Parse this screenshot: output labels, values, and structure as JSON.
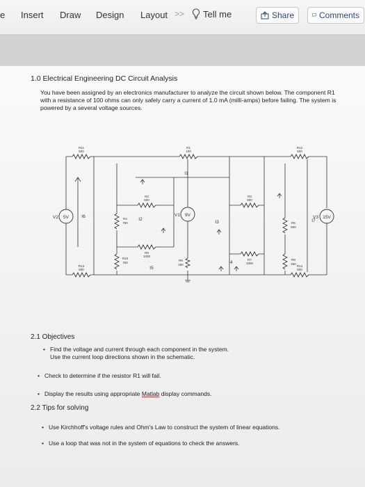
{
  "ribbon": {
    "cut_tab": "e",
    "tabs": [
      "Insert",
      "Draw",
      "Design",
      "Layout"
    ],
    "more_chevron": ">>",
    "tell_me": "Tell me",
    "share": "Share",
    "comments": "Comments"
  },
  "document": {
    "heading": "1.0 Electrical Engineering DC Circuit Analysis",
    "intro": "You have been assigned by an electronics manufacturer to analyze the circuit shown below. The component R1 with a resistance of 100 ohms can only safely carry a current of 1.0 mA (milli-amps) before failing. The system is powered by a several voltage sources.",
    "objectives_heading": "2.1 Objectives",
    "objective_1": "Find the voltage and current through each component in the system.",
    "objective_1b": "Use the current loop directions shown in the schematic.",
    "objective_2": "Check to determine if the resistor R1 will fail.",
    "objective_3a": "Display the results using appropriate",
    "objective_3_word": "Matlab",
    "objective_3b": "display commands.",
    "tips_heading": "2.2 Tips for solving",
    "tip_1": "Use Kirchhoff's voltage rules and Ohm's Law to construct the system of linear equations.",
    "tip_2": "Use a loop that was not in the system of equations to check the answers."
  },
  "circuit": {
    "resistors": {
      "r11": [
        "R11",
        "500"
      ],
      "r1": [
        "R1",
        "100"
      ],
      "r12": [
        "R12",
        "500"
      ],
      "r2": [
        "R2",
        "500"
      ],
      "r3": [
        "R3",
        "500"
      ],
      "r4": [
        "R4",
        "750"
      ],
      "r5": [
        "R5",
        "500"
      ],
      "r6": [
        "R6",
        "250"
      ],
      "r7": [
        "R7",
        "1000"
      ],
      "r8": [
        "R8",
        "250"
      ],
      "r9": [
        "R9",
        "1000"
      ],
      "r10": [
        "R10",
        "750"
      ],
      "r13": [
        "R13",
        "500"
      ],
      "r14": [
        "R14",
        "500"
      ]
    },
    "sources": {
      "v2": [
        "V2",
        "5V"
      ],
      "v1": [
        "V1",
        "9V"
      ],
      "v3": [
        "V3",
        "15V"
      ]
    },
    "loops": [
      "I1",
      "I2",
      "I3",
      "I4",
      "I5",
      "I6",
      "I7"
    ]
  }
}
